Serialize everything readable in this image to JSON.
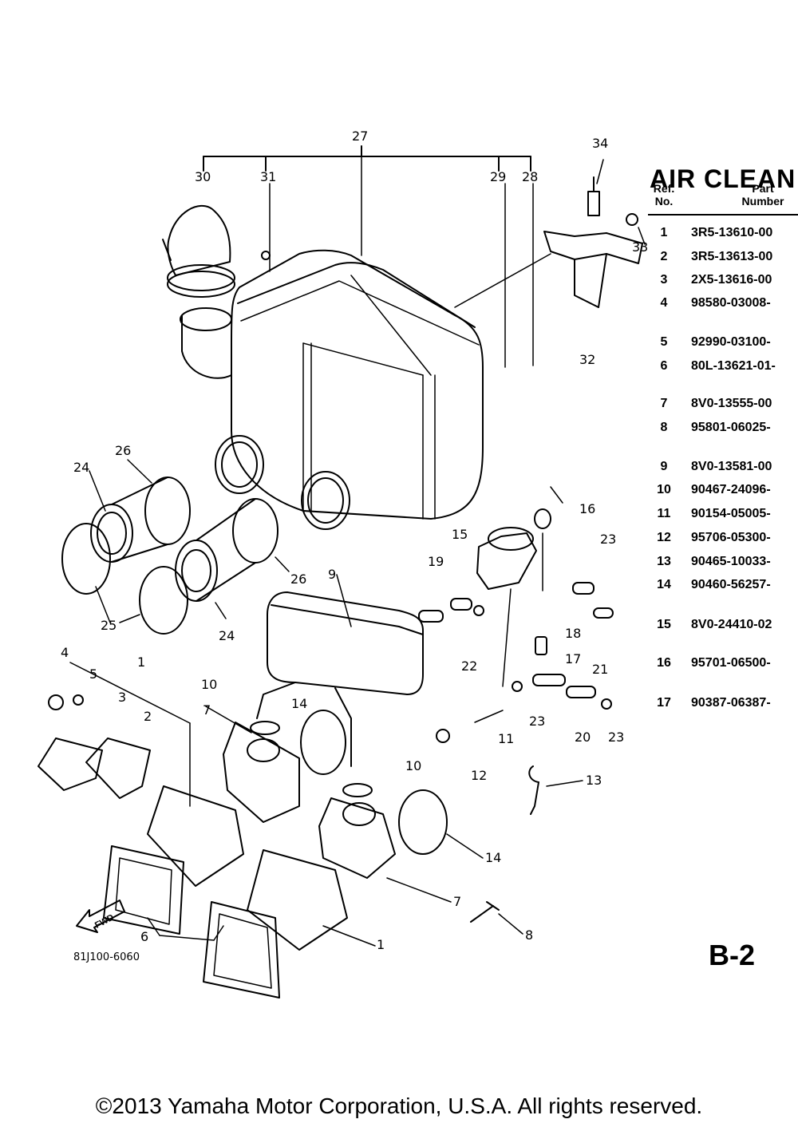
{
  "title": "AIR CLEAN",
  "table_headers": {
    "ref": "Ref.\nNo.",
    "part": "Part\nNumber"
  },
  "parts": [
    {
      "ref": "1",
      "part_number": "3R5-13610-00"
    },
    {
      "ref": "2",
      "part_number": "3R5-13613-00"
    },
    {
      "ref": "3",
      "part_number": "2X5-13616-00"
    },
    {
      "ref": "4",
      "part_number": "98580-03008-"
    },
    {
      "ref": "5",
      "part_number": "92990-03100-"
    },
    {
      "ref": "6",
      "part_number": "80L-13621-01-"
    },
    {
      "ref": "7",
      "part_number": "8V0-13555-00"
    },
    {
      "ref": "8",
      "part_number": "95801-06025-"
    },
    {
      "ref": "9",
      "part_number": "8V0-13581-00"
    },
    {
      "ref": "10",
      "part_number": "90467-24096-"
    },
    {
      "ref": "11",
      "part_number": "90154-05005-"
    },
    {
      "ref": "12",
      "part_number": "95706-05300-"
    },
    {
      "ref": "13",
      "part_number": "90465-10033-"
    },
    {
      "ref": "14",
      "part_number": "90460-56257-"
    },
    {
      "ref": "15",
      "part_number": "8V0-24410-02"
    },
    {
      "ref": "16",
      "part_number": "95701-06500-"
    },
    {
      "ref": "17",
      "part_number": "90387-06387-"
    }
  ],
  "callouts": [
    "27",
    "34",
    "30",
    "31",
    "29",
    "28",
    "33",
    "32",
    "26",
    "24",
    "16",
    "15",
    "23",
    "19",
    "9",
    "18",
    "17",
    "21",
    "22",
    "25",
    "24",
    "26",
    "4",
    "5",
    "1",
    "3",
    "2",
    "10",
    "7",
    "14",
    "23",
    "11",
    "20",
    "23",
    "12",
    "10",
    "13",
    "14",
    "7",
    "8",
    "6",
    "1"
  ],
  "fwd_label": "FWD",
  "figure_code": "81J100-6060",
  "page_code": "B-2",
  "copyright": "©2013 Yamaha Motor Corporation, U.S.A. All rights reserved.",
  "colors": {
    "ink": "#000000",
    "paper": "#ffffff"
  }
}
